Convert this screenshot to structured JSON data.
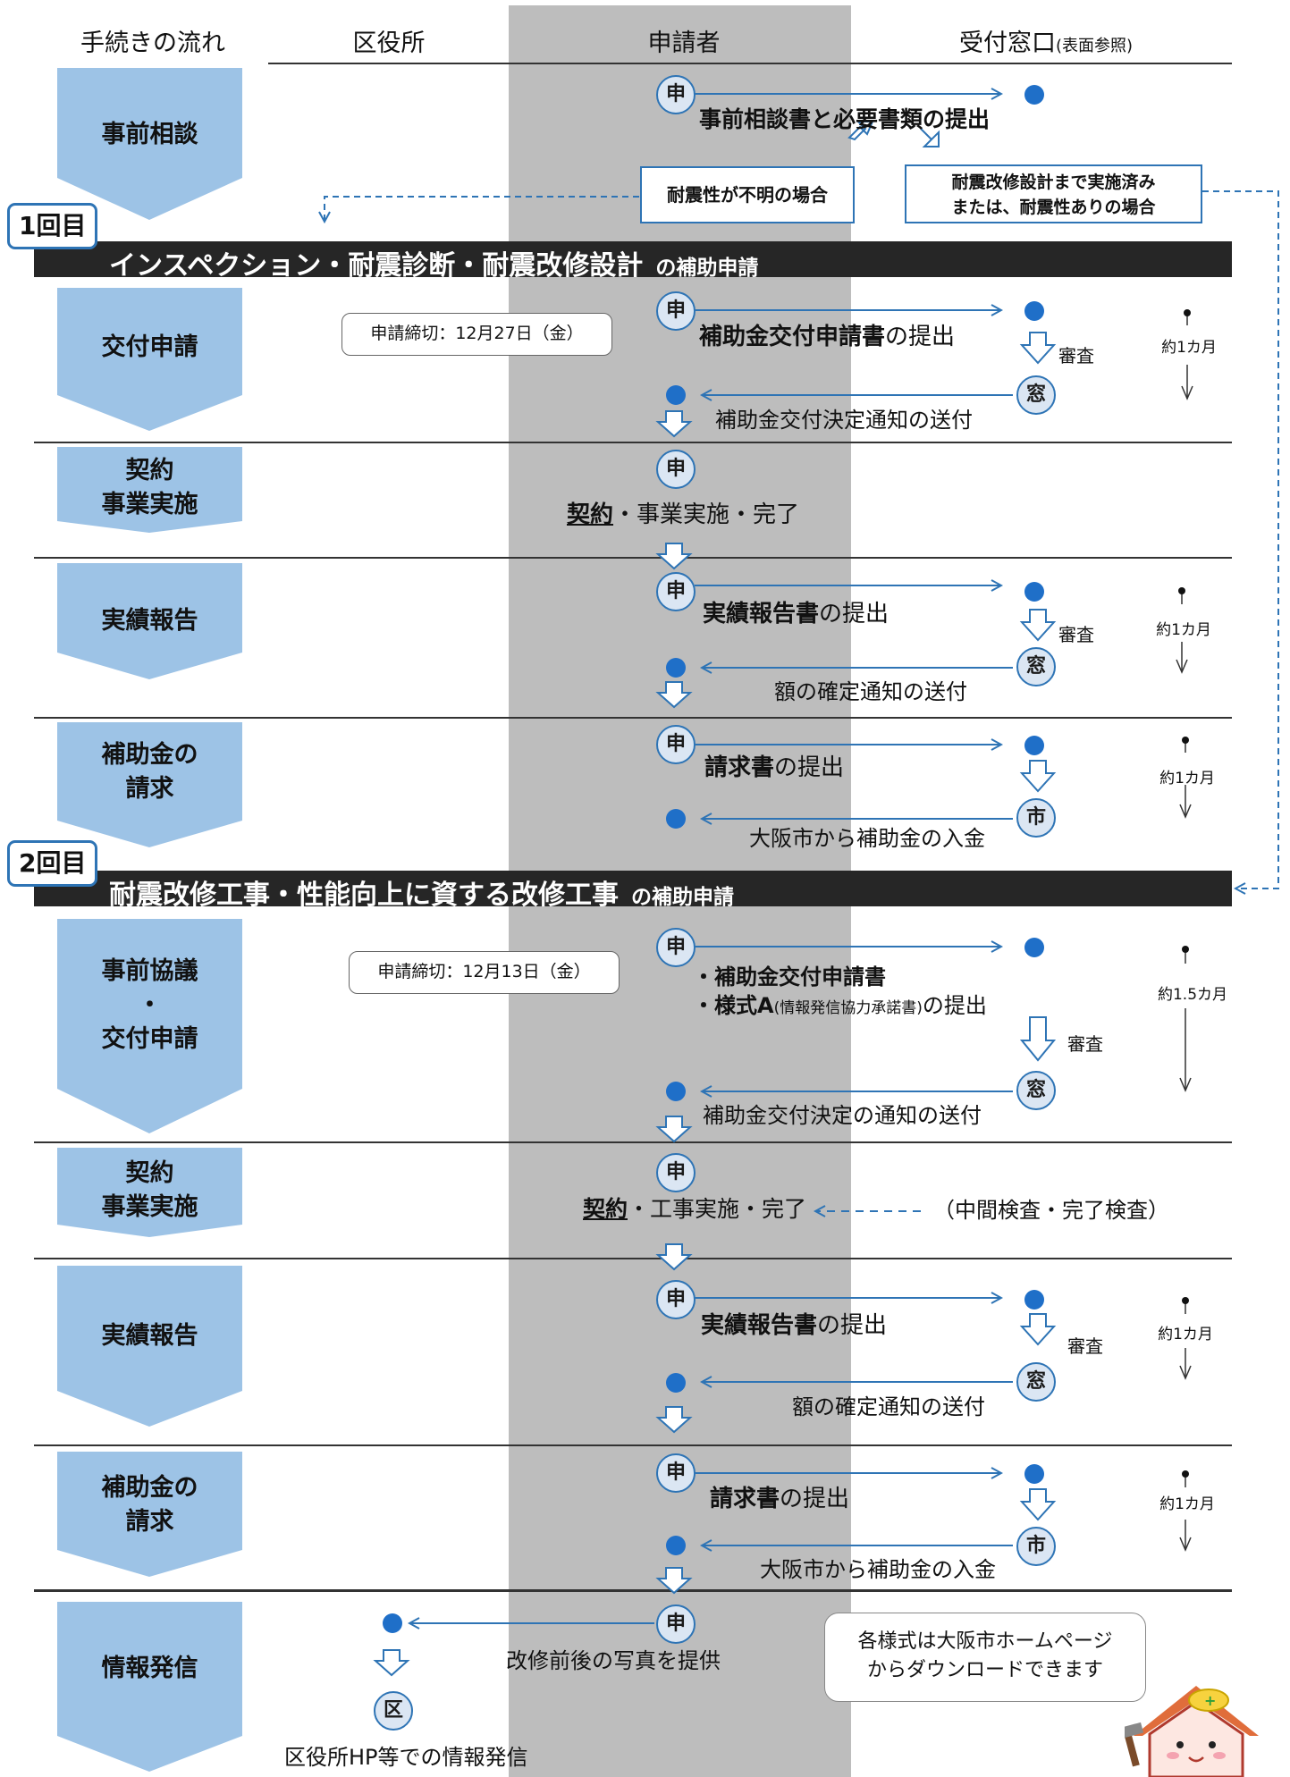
{
  "columns": {
    "flow": "手続きの流れ",
    "ward": "区役所",
    "applicant": "申請者",
    "window": "受付窓口",
    "window_note": "(表面参照)"
  },
  "stamps": {
    "applicant": "申",
    "window": "窓",
    "city": "市",
    "ward": "区"
  },
  "pre": {
    "step": "事前相談",
    "action": "事前相談書と必要書類の提出",
    "branch_left": "耐震性が不明の場合",
    "branch_right": "耐震改修設計まで実施済み\nまたは、耐震性ありの場合"
  },
  "round1": {
    "tab": "1回目",
    "banner": "インスペクション・耐震診断・耐震改修設計",
    "banner_suffix": "の補助申請",
    "deadline": "申請締切：12月27日（金）",
    "steps": {
      "s1": "交付申請",
      "s2": "契約\n事業実施",
      "s3": "実績報告",
      "s4": "補助金の\n請求"
    },
    "apply_doc": "補助金交付申請書",
    "apply_suffix": "の提出",
    "review": "審査",
    "decision": "補助金交付決定通知の送付",
    "contract": "契約",
    "contract_rest": "・事業実施・完了",
    "report_doc": "実績報告書",
    "report_suffix": "の提出",
    "confirm": "額の確定通知の送付",
    "invoice_doc": "請求書",
    "invoice_suffix": "の提出",
    "payment": "大阪市から補助金の入金",
    "dur1": "約1カ月",
    "dur2": "約1カ月",
    "dur3": "約1カ月"
  },
  "round2": {
    "tab": "2回目",
    "banner": "耐震改修工事・性能向上に資する改修工事",
    "banner_suffix": "の補助申請",
    "deadline": "申請締切：12月13日（金）",
    "steps": {
      "s1": "事前協議\n・\n交付申請",
      "s2": "契約\n事業実施",
      "s3": "実績報告",
      "s4": "補助金の\n請求",
      "s5": "情報発信"
    },
    "apply_line1": "・補助金交付申請書",
    "apply_line2_b": "・様式A",
    "apply_line2_small": "(情報発信協力承諾書)",
    "apply_line2_rest": "の提出",
    "review": "審査",
    "decision": "補助金交付決定の通知の送付",
    "contract": "契約",
    "contract_rest": "・工事実施・完了",
    "inspection": "（中間検査・完了検査）",
    "report_doc": "実績報告書",
    "report_suffix": "の提出",
    "confirm": "額の確定通知の送付",
    "invoice_doc": "請求書",
    "invoice_suffix": "の提出",
    "payment": "大阪市から補助金の入金",
    "photos": "改修前後の写真を提供",
    "ward_info": "区役所HP等での情報発信",
    "dur1": "約1.5カ月",
    "dur2": "約1カ月",
    "dur3": "約1カ月"
  },
  "note": "各様式は大阪市ホームページ\nからダウンロードできます",
  "colors": {
    "arrow": "#2e74b5",
    "pentagon": "#9dc3e6",
    "banner": "#262626",
    "gray": "#bdbdbd",
    "dot": "#1f6fc8"
  }
}
